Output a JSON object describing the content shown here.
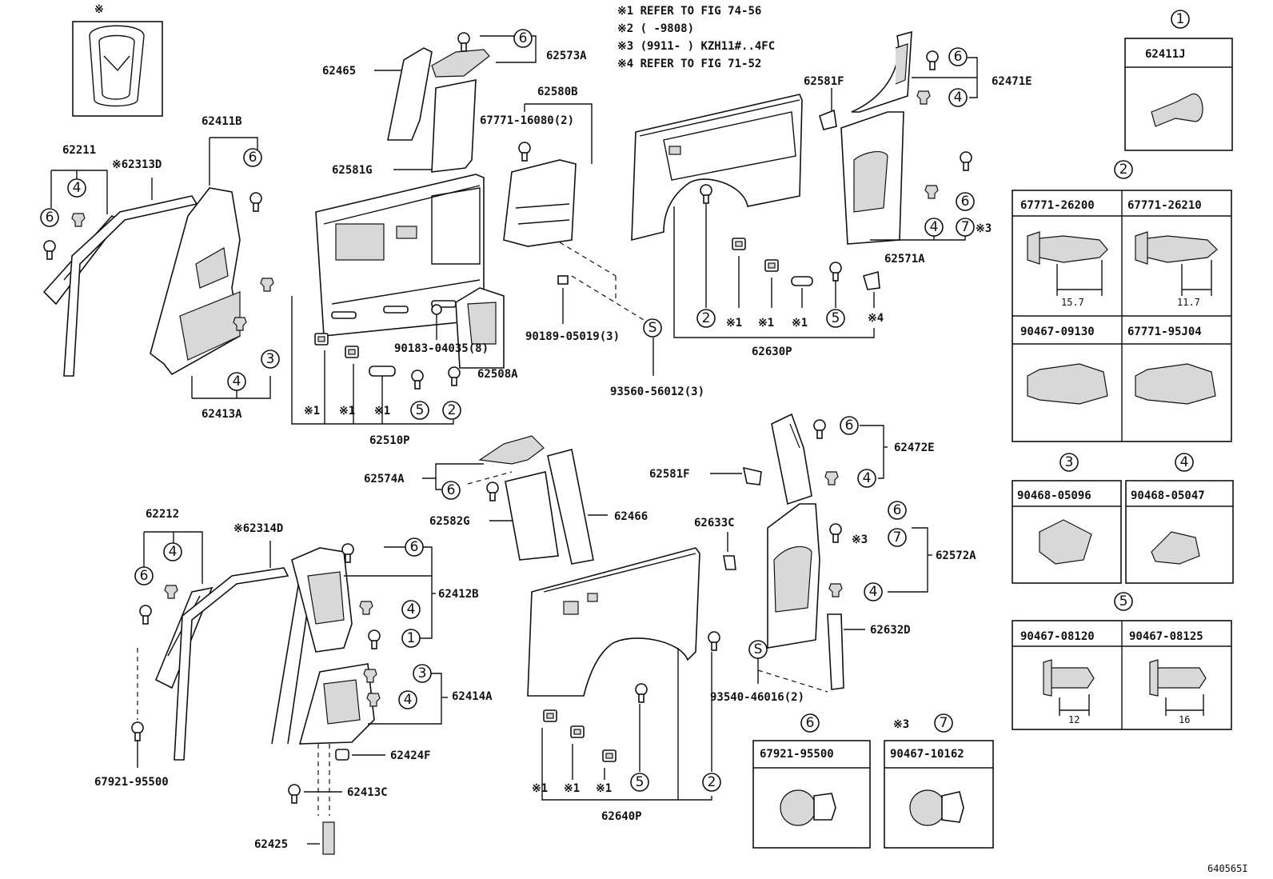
{
  "notes": [
    "※1 REFER TO FIG 74-56",
    "※2 (      -9808)",
    "※3 (9911-      ) KZH11#..4FC",
    "※4 REFER TO FIG 71-52"
  ],
  "top_left_mark": "※",
  "figure_number": "640565I",
  "part_labels": {
    "p62465": "62465",
    "p62573A": "62573A",
    "p62580B": "62580B",
    "p67771_16080": "67771-16080(2)",
    "p62581G": "62581G",
    "p62411B": "62411B",
    "p62211": "62211",
    "p62313D": "※62313D",
    "p62413A": "62413A",
    "p62510P": "62510P",
    "p62508A": "62508A",
    "p90183": "90183-04035(8)",
    "p90189": "90189-05019(3)",
    "p93560": "93560-56012(3)",
    "p62581F_top": "62581F",
    "p62471E": "62471E",
    "p62571A": "62571A",
    "p62630P": "62630P",
    "p62574A": "62574A",
    "p62582G": "62582G",
    "p62466": "62466",
    "p62581F_mid": "62581F",
    "p62472E": "62472E",
    "p62633C": "62633C",
    "p62572A": "62572A",
    "p62632D": "62632D",
    "p93540": "93540-46016(2)",
    "p62212": "62212",
    "p62314D": "※62314D",
    "p62412B": "62412B",
    "p62414A": "62414A",
    "p62424F": "62424F",
    "p62413C": "62413C",
    "p62425": "62425",
    "p67921_95500_left": "67921-95500",
    "p62640P": "62640P"
  },
  "ref_marks": {
    "m1": "※1",
    "m3": "※3",
    "m4": "※4"
  },
  "callouts": {
    "c1": "1",
    "c2": "2",
    "c3": "3",
    "c4": "4",
    "c5": "5",
    "c6": "6",
    "c7": "7",
    "cS": "S"
  },
  "detail_boxes": {
    "box1": {
      "num": "1",
      "part": "62411J"
    },
    "box2": {
      "num": "2",
      "parts": [
        "67771-26200",
        "67771-26210",
        "90467-09130",
        "67771-95J04"
      ],
      "dims": [
        "15.7",
        "11.7"
      ]
    },
    "box3": {
      "num": "3",
      "part": "90468-05096"
    },
    "box4": {
      "num": "4",
      "part": "90468-05047"
    },
    "box5": {
      "num": "5",
      "parts": [
        "90467-08120",
        "90467-08125"
      ],
      "dims": [
        "12",
        "16"
      ]
    },
    "box6": {
      "num": "6",
      "part": "67921-95500"
    },
    "box7": {
      "num": "7",
      "mark": "※3",
      "part": "90467-10162"
    }
  }
}
